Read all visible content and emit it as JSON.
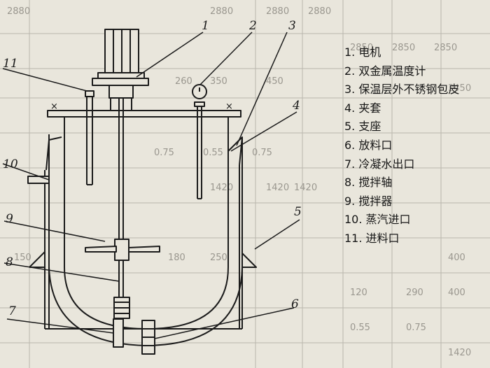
{
  "legend": [
    "1. 电机",
    "2. 双金属温度计",
    "3. 保温层外不锈钢包皮",
    "4. 夹套",
    "5. 支座",
    "6. 放料口",
    "7. 冷凝水出口",
    "8. 搅拌轴",
    "9. 搅拌器",
    "10. 蒸汽进口",
    "11. 进料口"
  ],
  "callouts": [
    "1",
    "2",
    "3",
    "4",
    "5",
    "6",
    "7",
    "8",
    "9",
    "10",
    "11"
  ],
  "background_table": [
    "2880",
    "2880",
    "2880",
    "2880",
    "2850",
    "2850",
    "2850",
    "3450",
    "260",
    "350",
    "450",
    "0.55",
    "0.75",
    "0.75",
    "1420",
    "1420",
    "1420",
    "150",
    "180",
    "250",
    "400",
    "120",
    "290",
    "400",
    "0.55",
    "0.75",
    "1420"
  ],
  "colors": {
    "ink": "#1b1b1b",
    "paper": "#e9e6dc",
    "faded": "#9a978f"
  }
}
